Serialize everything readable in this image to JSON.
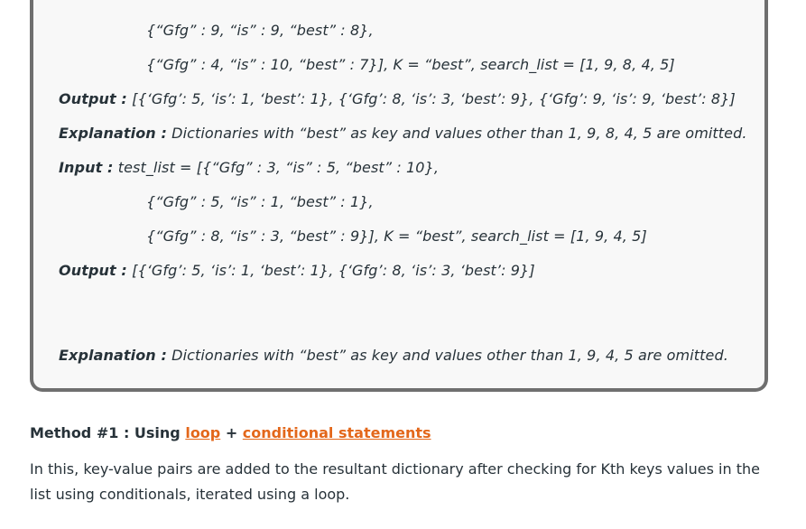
{
  "example": {
    "lines": [
      {
        "label": "",
        "text": "{“Gfg” : 9, “is” : 9, “best” : 8},"
      },
      {
        "label": "",
        "text": "{“Gfg” : 4, “is” : 10, “best” : 7}], K = “best”, search_list = [1, 9, 8, 4, 5]"
      },
      {
        "label": "Output :",
        "text": " [{‘Gfg’: 5, ‘is’: 1, ‘best’: 1}, {‘Gfg’: 8, ‘is’: 3, ‘best’: 9}, {‘Gfg’: 9, ‘is’: 9, ‘best’: 8}]"
      },
      {
        "label": "Explanation :",
        "text": " Dictionaries with “best” as key and values other than 1, 9, 8, 4, 5 are omitted."
      },
      {
        "label": "Input :",
        "text": " test_list = [{“Gfg” : 3, “is” : 5, “best” : 10},"
      },
      {
        "label": "",
        "text": "{“Gfg” : 5, “is” : 1, “best” : 1},"
      },
      {
        "label": "",
        "text": "{“Gfg” : 8, “is” : 3, “best” : 9}], K = “best”, search_list = [1, 9, 4, 5]"
      },
      {
        "label": "Output :",
        "text": " [{‘Gfg’: 5, ‘is’: 1, ‘best’: 1}, {‘Gfg’: 8, ‘is’: 3, ‘best’: 9}]"
      },
      {
        "label": "Explanation :",
        "text": " Dictionaries with “best” as key and values other than 1, 9, 4, 5 are omitted."
      }
    ]
  },
  "method": {
    "prefix": "Method #1 : Using ",
    "link1": "loop",
    "joiner": " + ",
    "link2": "conditional statements"
  },
  "paragraph": "In this, key-value pairs are added to the resultant dictionary after checking for Kth keys values in the list using conditionals, iterated using a loop.",
  "colors": {
    "link": "#e3671a",
    "text": "#273239",
    "box_bg": "#f8f8f8",
    "box_border": "#6f6f6f"
  }
}
